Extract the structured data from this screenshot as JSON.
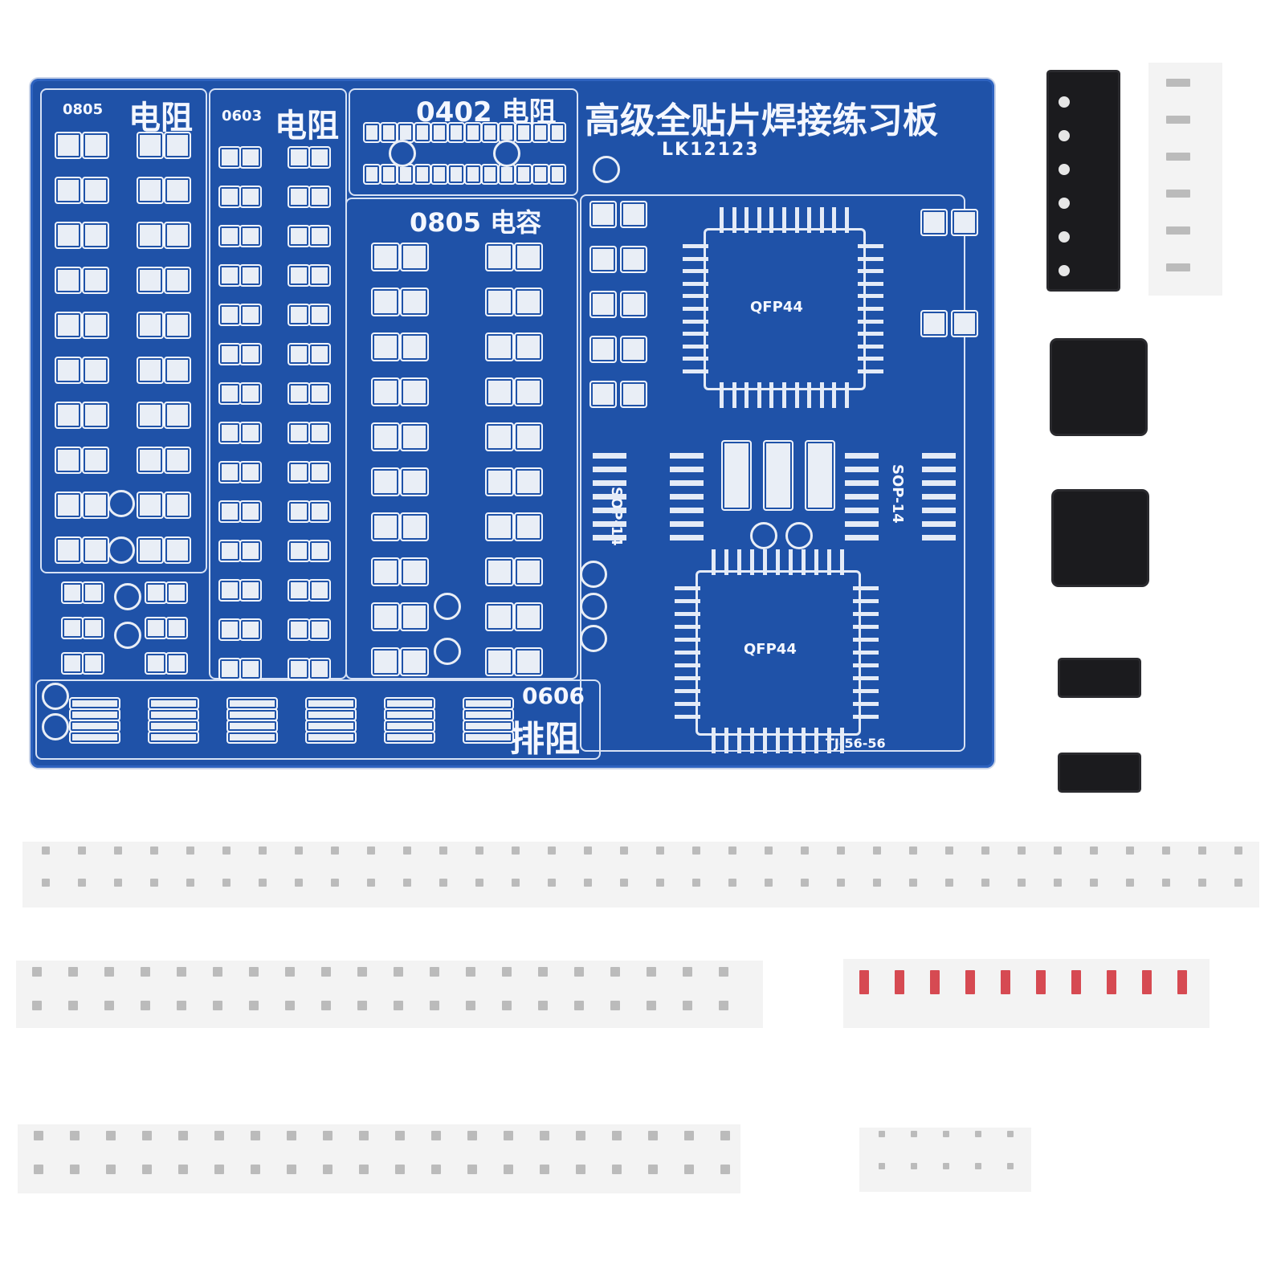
{
  "board": {
    "title": "高级全贴片焊接练习板",
    "model": "LK12123",
    "sec_0805r_size": "0805",
    "sec_0805r_name": "电阻",
    "sec_0603r_size": "0603",
    "sec_0603r_name": "电阻",
    "sec_0402r": "0402 电阻",
    "sec_0805c": "0805 电容",
    "sec_0606_size": "0606",
    "sec_0606_name": "排阻",
    "qfp_top": "QFP44",
    "qfp_bottom": "QFP44",
    "sop_left": "SOP-14",
    "sop_right": "SOP-14",
    "serial": "TJ-56-56"
  },
  "colors": {
    "pcb_blue": "#1f52a8",
    "silkscreen": "#f4f7ff",
    "chip_black": "#1b1b1e",
    "tape_white": "#f3f3f3",
    "diode_mark": "#d64a52"
  },
  "components": [
    {
      "name": "SOT-23 tape (black)"
    },
    {
      "name": "0805 tape (white)"
    },
    {
      "name": "QFP44 IC"
    },
    {
      "name": "QFP44 IC"
    },
    {
      "name": "SOP-14 IC"
    },
    {
      "name": "SOP-14 IC"
    },
    {
      "name": "resistor tape"
    },
    {
      "name": "resistor tape"
    },
    {
      "name": "LED tape"
    },
    {
      "name": "resistor tape"
    },
    {
      "name": "0402 tape"
    }
  ]
}
